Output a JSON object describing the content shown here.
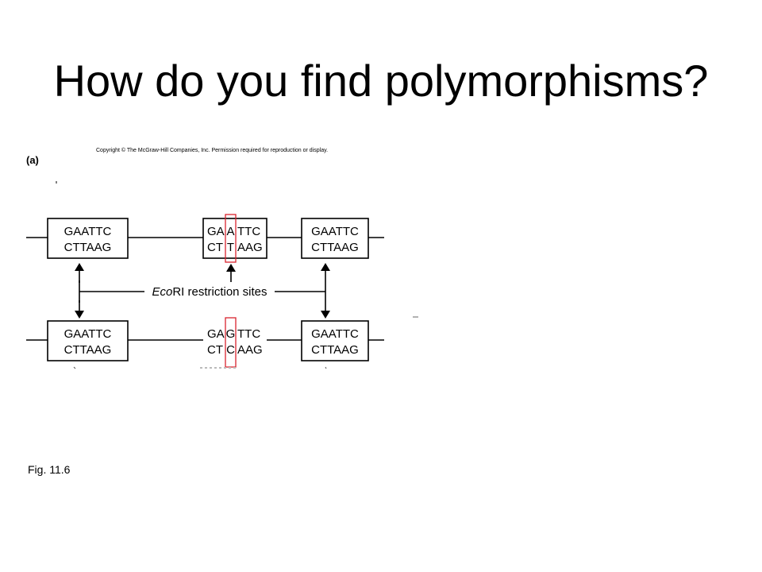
{
  "slide": {
    "title": "How do you find polymorphisms?",
    "caption": "Fig. 11.6"
  },
  "figure": {
    "panel_label": "(a)",
    "copyright": "Copyright © The McGraw-Hill Companies, Inc. Permission required for reproduction or display.",
    "center_label_italic": "Eco",
    "center_label_rest": "RI restriction sites",
    "top_row": {
      "left_site": {
        "top": "GAATTC",
        "bottom": "CTTAAG"
      },
      "middle_site": {
        "top_a": "GA",
        "top_b": "A",
        "top_c": "TTC",
        "bottom_a": "CT",
        "bottom_b": "T",
        "bottom_c": "AAG"
      },
      "right_site": {
        "top": "GAATTC",
        "bottom": "CTTAAG"
      }
    },
    "bottom_row": {
      "left_site": {
        "top": "GAATTC",
        "bottom": "CTTAAG"
      },
      "middle_site": {
        "top_a": "GA",
        "top_b": "G",
        "top_c": "TTC",
        "bottom_a": "CT",
        "bottom_b": "C",
        "bottom_c": "AAG"
      },
      "right_site": {
        "top": "GAATTC",
        "bottom": "CTTAAG"
      }
    },
    "colors": {
      "highlight_box": "#d9232e",
      "lines": "#000000"
    }
  }
}
